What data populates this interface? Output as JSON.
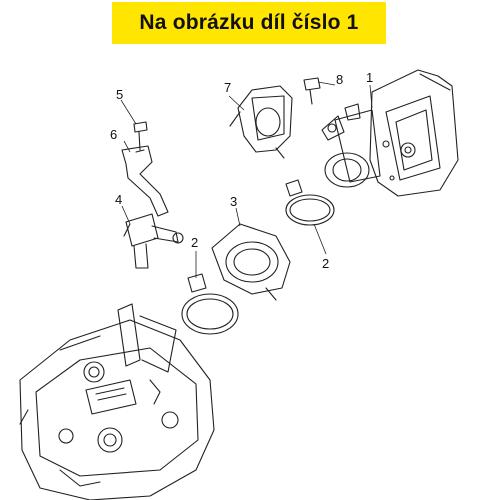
{
  "banner": {
    "text": "Na obrázku díl číslo 1",
    "color": "#ffe500"
  },
  "callouts": {
    "c1": "1",
    "c2a": "2",
    "c2b": "2",
    "c3": "3",
    "c4": "4",
    "c5": "5",
    "c6": "6",
    "c7": "7",
    "c8": "8"
  }
}
